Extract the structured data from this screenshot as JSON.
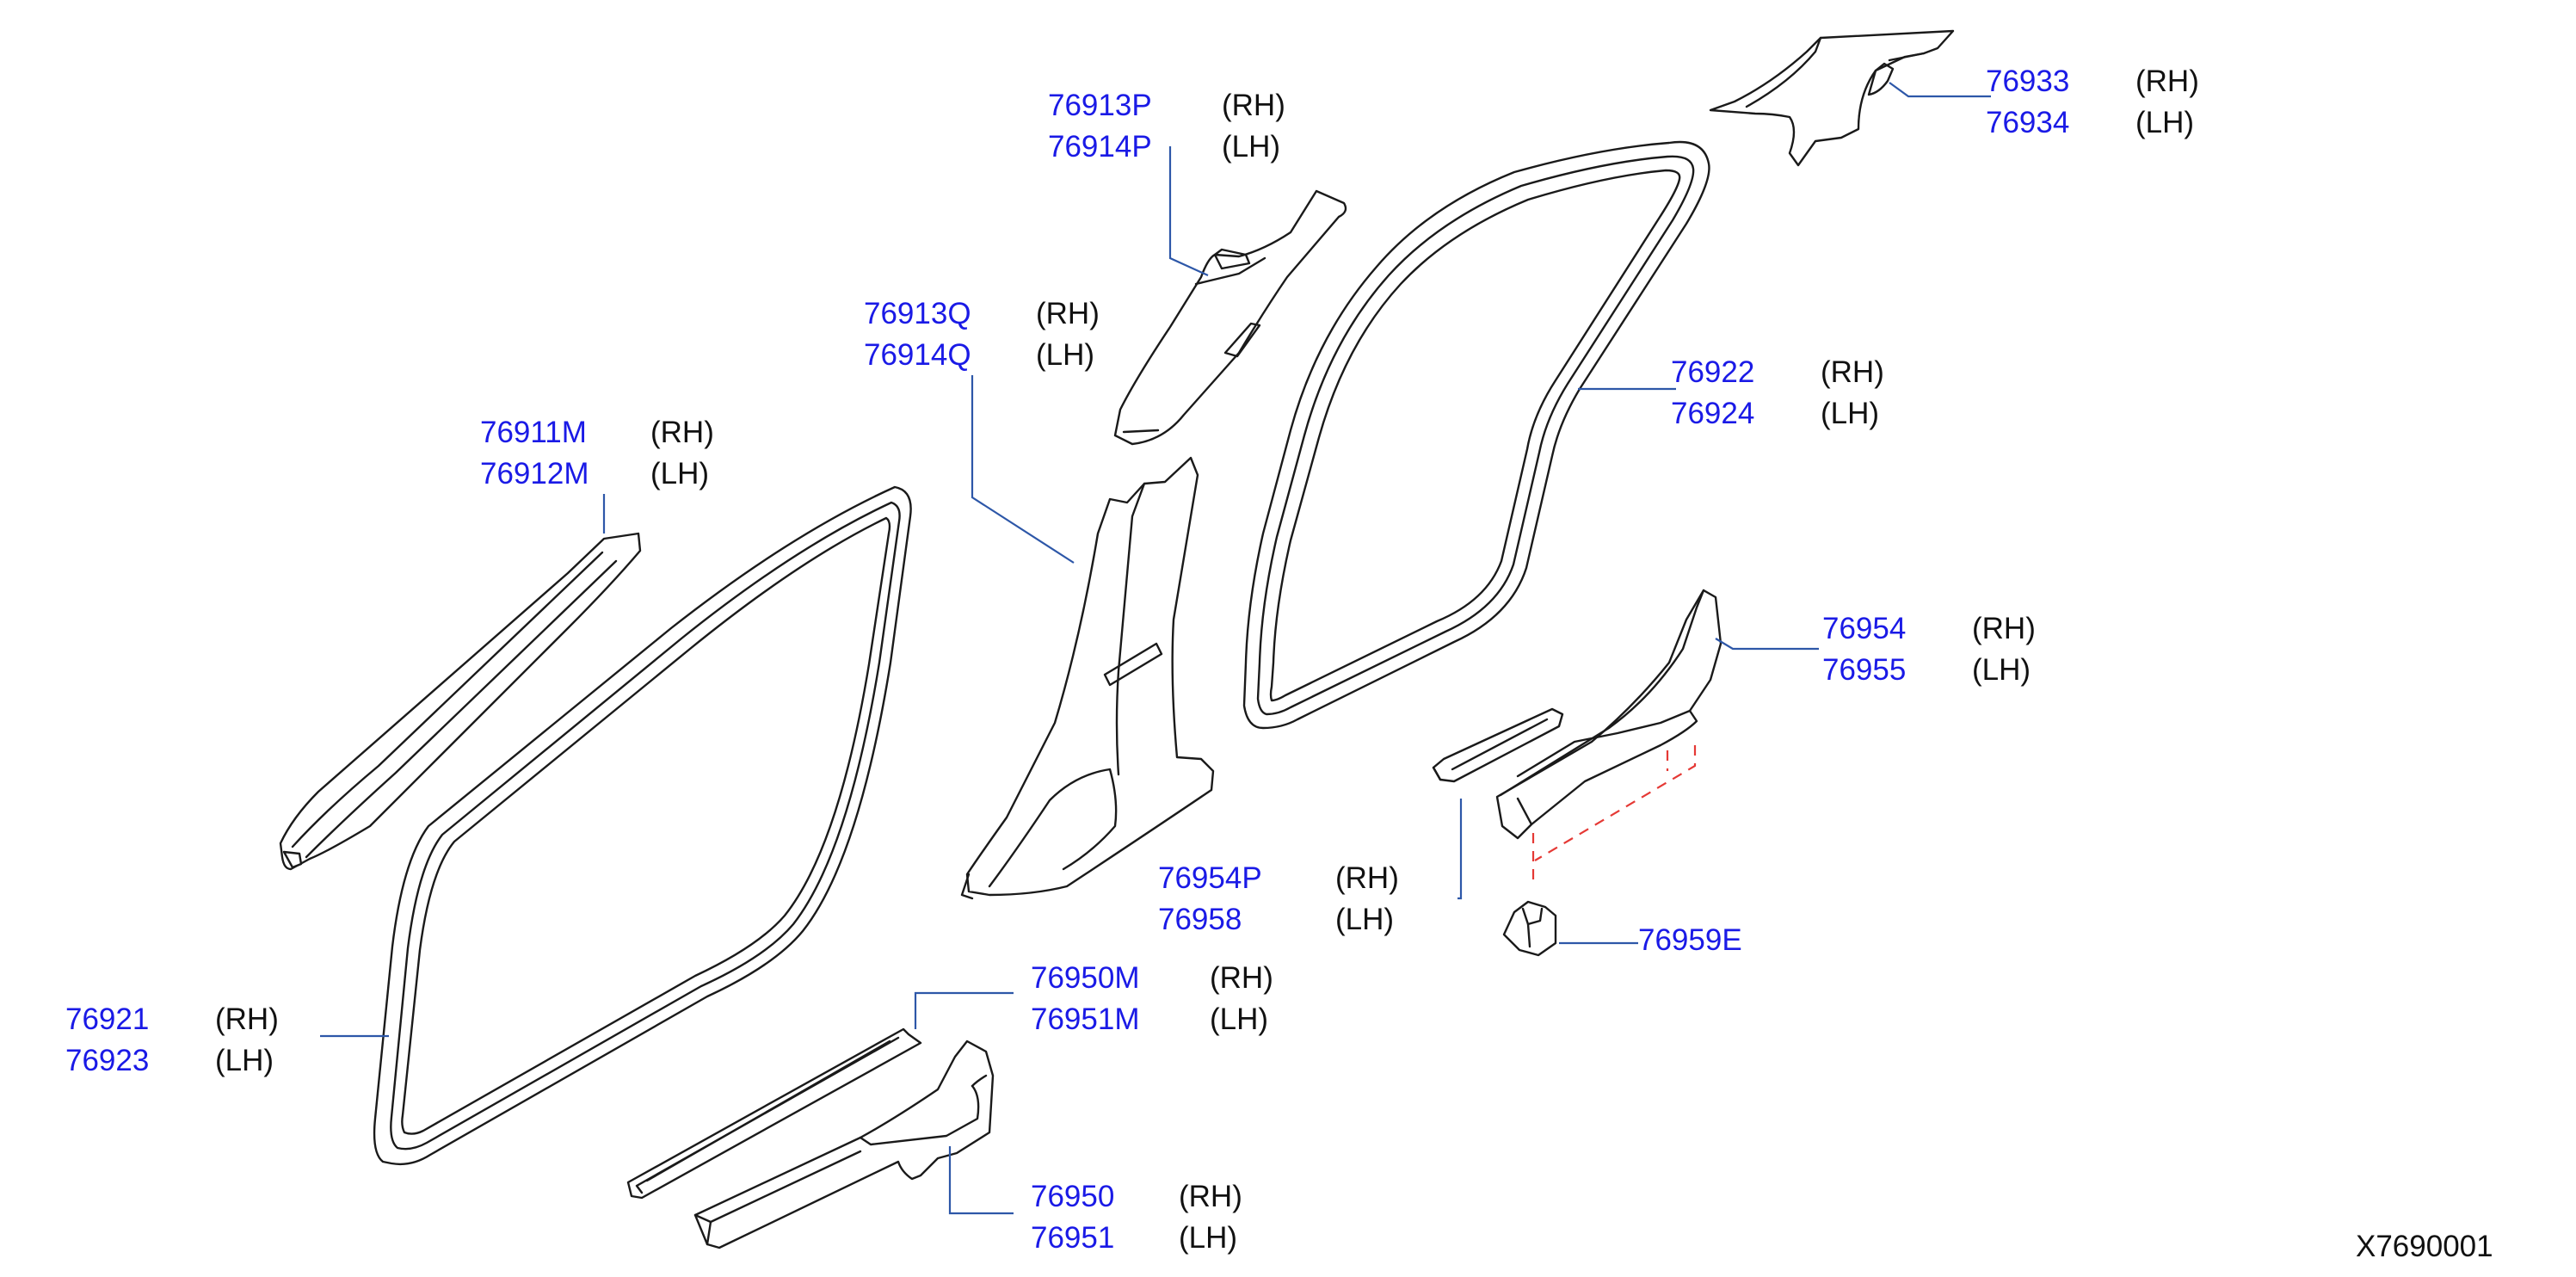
{
  "diagram_code": "X7690001",
  "callouts": [
    {
      "id": "a_pillar_upper",
      "parts": [
        "76913P",
        "76914P"
      ],
      "sides": [
        "(RH)",
        "(LH)"
      ]
    },
    {
      "id": "b_pillar_lower",
      "parts": [
        "76913Q",
        "76914Q"
      ],
      "sides": [
        "(RH)",
        "(LH)"
      ]
    },
    {
      "id": "a_pillar_front",
      "parts": [
        "76911M",
        "76912M"
      ],
      "sides": [
        "(RH)",
        "(LH)"
      ]
    },
    {
      "id": "front_weatherstrip",
      "parts": [
        "76921",
        "76923"
      ],
      "sides": [
        "(RH)",
        "(LH)"
      ]
    },
    {
      "id": "rear_weatherstrip",
      "parts": [
        "76922",
        "76924"
      ],
      "sides": [
        "(RH)",
        "(LH)"
      ]
    },
    {
      "id": "rear_pillar_upper",
      "parts": [
        "76933",
        "76934"
      ],
      "sides": [
        "(RH)",
        "(LH)"
      ]
    },
    {
      "id": "rear_kick_plate",
      "parts": [
        "76954",
        "76955"
      ],
      "sides": [
        "(RH)",
        "(LH)"
      ]
    },
    {
      "id": "rear_scuff_plate",
      "parts": [
        "76954P",
        "76958"
      ],
      "sides": [
        "(RH)",
        "(LH)"
      ]
    },
    {
      "id": "front_scuff_plate",
      "parts": [
        "76950M",
        "76951M"
      ],
      "sides": [
        "(RH)",
        "(LH)"
      ]
    },
    {
      "id": "front_kick_plate",
      "parts": [
        "76950",
        "76951"
      ],
      "sides": [
        "(RH)",
        "(LH)"
      ]
    },
    {
      "id": "clip",
      "parts": [
        "76959E"
      ],
      "sides": []
    }
  ],
  "colors": {
    "part_number": "#1a1ae6",
    "leader": "#2d57a8",
    "dashed_guide": "#e53935",
    "outline": "#1a1a1a"
  }
}
